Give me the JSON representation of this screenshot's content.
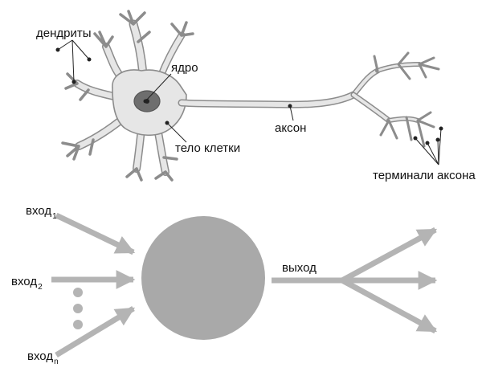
{
  "neuron": {
    "labels": {
      "dendrites": "дендриты",
      "nucleus": "ядро",
      "axon": "аксон",
      "cell_body": "тело клетки",
      "axon_terminals": "терминали аксона"
    }
  },
  "model": {
    "input_base": "вход",
    "inputs": [
      {
        "subscript": "1"
      },
      {
        "subscript": "2"
      },
      {
        "subscript": "n"
      }
    ],
    "output": "выход"
  },
  "colors": {
    "cell_fill": "#e6e6e6",
    "cell_stroke": "#8c8c8c",
    "nucleus": "#6e6e6e",
    "node": "#a9a9a9",
    "arrow": "#b4b4b4",
    "leader_line": "#222222"
  }
}
